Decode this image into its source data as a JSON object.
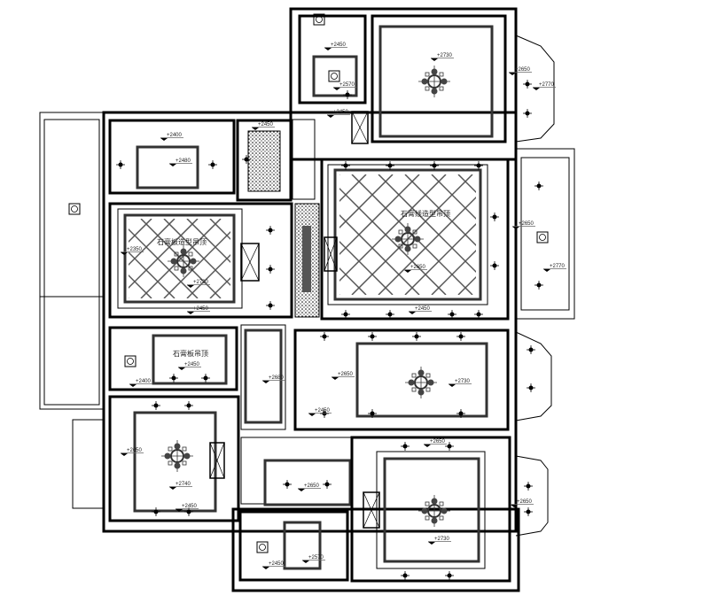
{
  "drawing": {
    "labels": {
      "gypsum_ceiling": "石膏板吊顶",
      "left_living_ceiling": "石膏板造型吊顶",
      "right_living_ceiling": "石膏线造型吊顶"
    },
    "levels": [
      "+2400",
      "+2480",
      "+2450",
      "+2450",
      "+2570",
      "+2730",
      "+2650",
      "+2770",
      "+2450",
      "+2350",
      "+2730",
      "+2450",
      "+2650",
      "+2450",
      "+2650",
      "+2770",
      "+2450",
      "+2400",
      "+2680",
      "+2650",
      "+2450",
      "+2730",
      "+2650",
      "+2740",
      "+2450",
      "+2650",
      "+2650",
      "+2650",
      "+2730",
      "+2570",
      "+2450"
    ]
  },
  "colors": {
    "line": "#000000",
    "inner": "#555555"
  }
}
